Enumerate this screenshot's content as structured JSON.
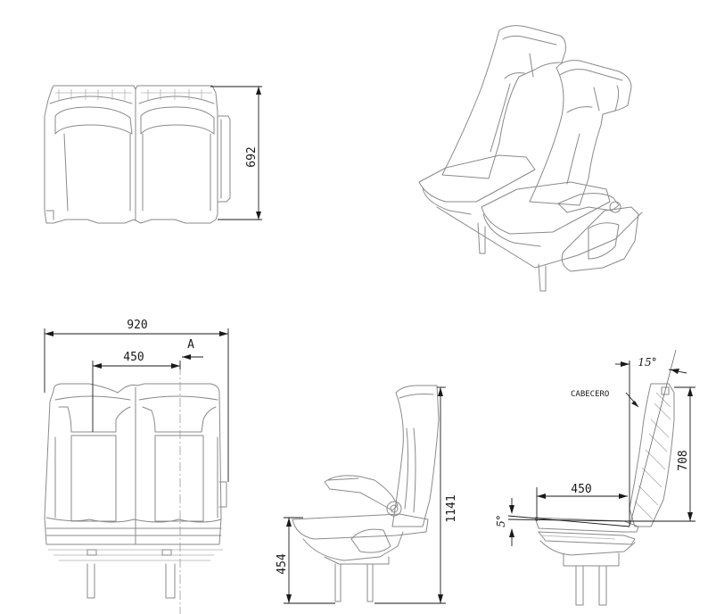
{
  "dimensions": {
    "top_view_depth": "692",
    "front_total_width": "920",
    "front_seat_width": "450",
    "section_marker": "A",
    "side_total_height": "1141",
    "side_seat_height": "454",
    "section_seat_depth": "450",
    "section_back_height": "708",
    "section_backrest_angle": "15°",
    "section_seat_angle": "5°"
  },
  "labels": {
    "headrest": "CABECERO"
  }
}
